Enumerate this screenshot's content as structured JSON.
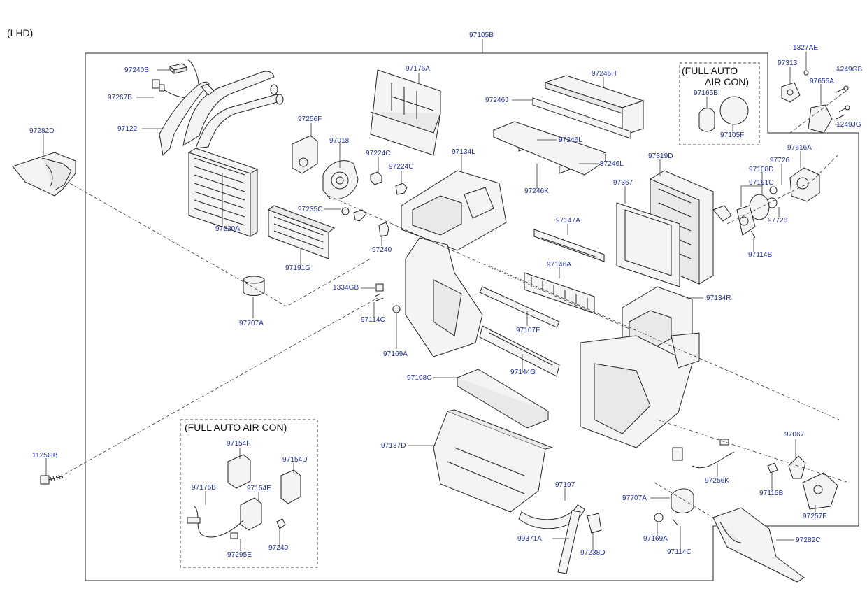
{
  "header": {
    "variant": "(LHD)",
    "top_label": "97105B"
  },
  "auto_box_top": {
    "line1": "(FULL AUTO",
    "line2": "AIR CON)"
  },
  "auto_box_bottom": {
    "title": "(FULL AUTO AIR CON)"
  },
  "labels": {
    "p97240B": "97240B",
    "p97267B": "97267B",
    "p97122": "97122",
    "p97282D": "97282D",
    "p97220A": "97220A",
    "p97191G": "97191G",
    "p97707A_left": "97707A",
    "p97256F": "97256F",
    "p97018": "97018",
    "p97235C": "97235C",
    "p97240_mid": "97240",
    "p1334GB": "1334GB",
    "p97114C_mid": "97114C",
    "p97169A_mid": "97169A",
    "p97176A": "97176A",
    "p97224C_a": "97224C",
    "p97224C_b": "97224C",
    "p97134L": "97134L",
    "p97246J": "97246J",
    "p97246H": "97246H",
    "p97246L_a": "97246L",
    "p97246L_b": "97246L",
    "p97246K": "97246K",
    "p97147A": "97147A",
    "p97146A": "97146A",
    "p97107F": "97107F",
    "p97144G": "97144G",
    "p97108C": "97108C",
    "p97137D": "97137D",
    "p97197": "97197",
    "p99371A": "99371A",
    "p97238D": "97238D",
    "p97165B": "97165B",
    "p97105F": "97105F",
    "p97319D": "97319D",
    "p97367": "97367",
    "p97134R": "97134R",
    "p1327AE": "1327AE",
    "p97313": "97313",
    "p1249GB": "1249GB",
    "p97655A": "97655A",
    "p1249JG": "1249JG",
    "p97616A": "97616A",
    "p97726_a": "97726",
    "p97108D": "97108D",
    "p97191C": "97191C",
    "p97726_b": "97726",
    "p97114B": "97114B",
    "p1125GB": "1125GB",
    "p97067": "97067",
    "p97256K": "97256K",
    "p97115B": "97115B",
    "p97257F": "97257F",
    "p97707A_right": "97707A",
    "p97169A_right": "97169A",
    "p97114C_right": "97114C",
    "p97282C": "97282C",
    "p97154F": "97154F",
    "p97154D": "97154D",
    "p97176B": "97176B",
    "p97154E": "97154E",
    "p97295E": "97295E",
    "p97240_box": "97240"
  }
}
